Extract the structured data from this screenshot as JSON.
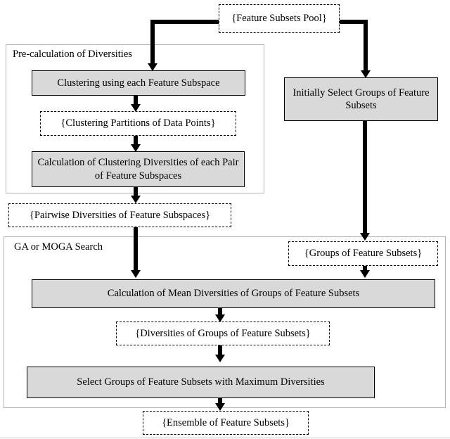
{
  "diagram": {
    "title": "Feature Subset Ensemble Selection Flowchart",
    "colors": {
      "process_fill": "#d9d9d9",
      "node_border": "#000000",
      "panel_border": "#b3b3b3",
      "arrow": "#000000",
      "background": "#ffffff"
    }
  },
  "panels": [
    {
      "id": "precalc",
      "label": "Pre-calculation of Diversities"
    },
    {
      "id": "search",
      "label": "GA or MOGA Search"
    }
  ],
  "nodes": {
    "feature_subsets_pool": {
      "label": "{Feature Subsets Pool}",
      "kind": "data"
    },
    "clustering_each_subspace": {
      "label": "Clustering using each Feature Subspace",
      "kind": "process"
    },
    "clustering_partitions": {
      "label": "{Clustering Partitions of Data Points}",
      "kind": "data"
    },
    "calc_clustering_diversities": {
      "label": "Calculation of Clustering Diversities of each Pair of Feature Subspaces",
      "kind": "process"
    },
    "pairwise_diversities": {
      "label": "{Pairwise Diversities of Feature Subspaces}",
      "kind": "data"
    },
    "initially_select_groups": {
      "label": "Initially Select Groups of Feature Subsets",
      "kind": "process"
    },
    "groups_of_feature_subsets": {
      "label": "{Groups of Feature Subsets}",
      "kind": "data"
    },
    "calc_mean_diversities": {
      "label": "Calculation of Mean Diversities of Groups of Feature Subsets",
      "kind": "process"
    },
    "diversities_of_groups": {
      "label": "{Diversities of Groups of Feature Subsets}",
      "kind": "data"
    },
    "select_max_diversities": {
      "label": "Select Groups of Feature Subsets with Maximum Diversities",
      "kind": "process"
    },
    "ensemble_of_feature_subsets": {
      "label": "{Ensemble of Feature Subsets}",
      "kind": "data"
    }
  },
  "edges": [
    {
      "from": "feature_subsets_pool",
      "to": "clustering_each_subspace",
      "style": "elbow-left"
    },
    {
      "from": "feature_subsets_pool",
      "to": "initially_select_groups",
      "style": "elbow-right"
    },
    {
      "from": "clustering_each_subspace",
      "to": "clustering_partitions",
      "style": "straight"
    },
    {
      "from": "clustering_partitions",
      "to": "calc_clustering_diversities",
      "style": "straight"
    },
    {
      "from": "calc_clustering_diversities",
      "to": "pairwise_diversities",
      "style": "straight"
    },
    {
      "from": "pairwise_diversities",
      "to": "calc_mean_diversities",
      "style": "straight"
    },
    {
      "from": "initially_select_groups",
      "to": "groups_of_feature_subsets",
      "style": "straight"
    },
    {
      "from": "groups_of_feature_subsets",
      "to": "calc_mean_diversities",
      "style": "straight"
    },
    {
      "from": "calc_mean_diversities",
      "to": "diversities_of_groups",
      "style": "straight"
    },
    {
      "from": "diversities_of_groups",
      "to": "select_max_diversities",
      "style": "straight"
    },
    {
      "from": "select_max_diversities",
      "to": "ensemble_of_feature_subsets",
      "style": "straight"
    }
  ]
}
